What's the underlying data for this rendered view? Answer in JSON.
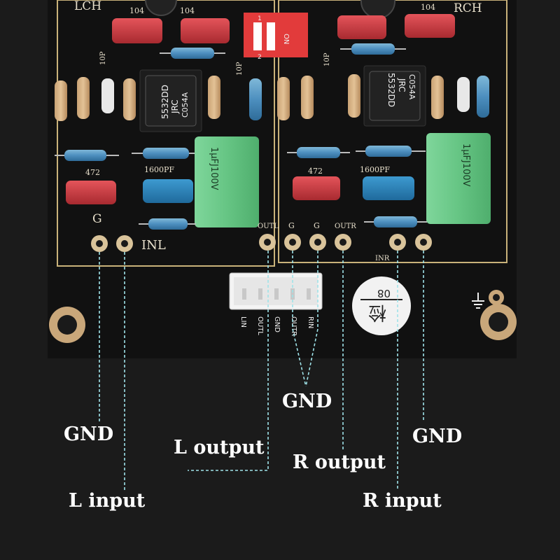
{
  "board": {
    "channel_left": "LCH",
    "channel_right": "RCH",
    "cap_104_a": "104",
    "cap_104_b": "104",
    "cap_104_c": "104",
    "switch_on": "ON",
    "switch_pos1": "1",
    "switch_pos2": "2",
    "cap_10p_a": "10P",
    "cap_10p_b": "10P",
    "cap_10p_c": "10P",
    "opamp_left": [
      "5532DD",
      "JRC",
      "C054A"
    ],
    "opamp_right": [
      "5532DD",
      "JRC",
      "C054A"
    ],
    "cap_472_left": "472",
    "cap_472_right": "472",
    "cap_1600_left": "1600PF",
    "cap_1600_right": "1600PF",
    "film_cap": "1μFJ100V",
    "pad_g_left": "G",
    "pad_inl": "INL",
    "pad_outl": "OUTL",
    "pad_g1": "G",
    "pad_g2": "G",
    "pad_outr": "OUTR",
    "pad_inr": "INR",
    "connector_pins": [
      "LIN",
      "OUTL",
      "GND",
      "OUTR",
      "RIN"
    ],
    "sticker_char": "检",
    "sticker_num": "08"
  },
  "annotations": {
    "gnd_left": "GND",
    "l_output": "L output",
    "gnd_center": "GND",
    "r_output": "R output",
    "gnd_right": "GND",
    "l_input": "L input",
    "r_input": "R input"
  }
}
